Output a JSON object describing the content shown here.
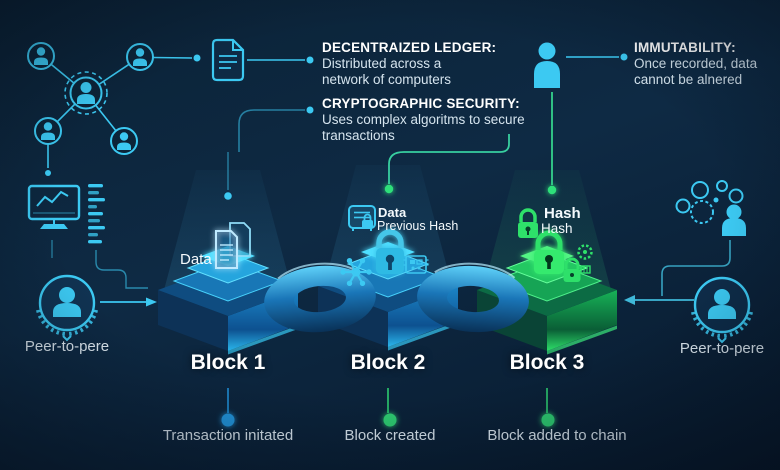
{
  "colors": {
    "background": "#0c2438",
    "cyan_accent": "#3cc9f2",
    "green_accent": "#2ee06a",
    "teal_line": "#38cfa0",
    "blue_dot": "#2196dd",
    "text_white": "#ffffff"
  },
  "annotations": {
    "decentralized": {
      "title": "DECENTRAIZED LEDGER:",
      "line1": "Distributed across a",
      "line2": "network of computers"
    },
    "cryptographic": {
      "title": "CRYPTOGRAPHIC SECURITY:",
      "line1": "Uses complex algoritms to secure",
      "line2": "transactions"
    },
    "immutability": {
      "title": "IMMUTABILITY:",
      "line1": "Once recorded, data",
      "line2": "cannot be alnered"
    }
  },
  "blocks": [
    {
      "name": "Block 1",
      "label1": "Data",
      "label2": ""
    },
    {
      "name": "Block 2",
      "label1": "Data",
      "label2": "Previous Hash"
    },
    {
      "name": "Block 3",
      "label1": "Hash",
      "label2": "Hash"
    }
  ],
  "timeline": {
    "events": [
      {
        "label": "Transaction initated",
        "dot_color": "#2196dd"
      },
      {
        "label": "Block created",
        "dot_color": "#2ecc71"
      },
      {
        "label": "Block added to chain",
        "dot_color": "#2ecc71"
      }
    ]
  },
  "peers": {
    "left": "Peer-to-pere",
    "right": "Peer-to-pere"
  },
  "icons": [
    "network-users-icon",
    "document-icon",
    "monitor-chart-icon",
    "data-bars-icon",
    "laurel-user-icon",
    "user-icon",
    "bubbles-user-icon",
    "document-stack-icon",
    "server-lock-icon",
    "padlock-icon",
    "gear-burst-icon",
    "chip-icon",
    "chain-link-icon"
  ]
}
